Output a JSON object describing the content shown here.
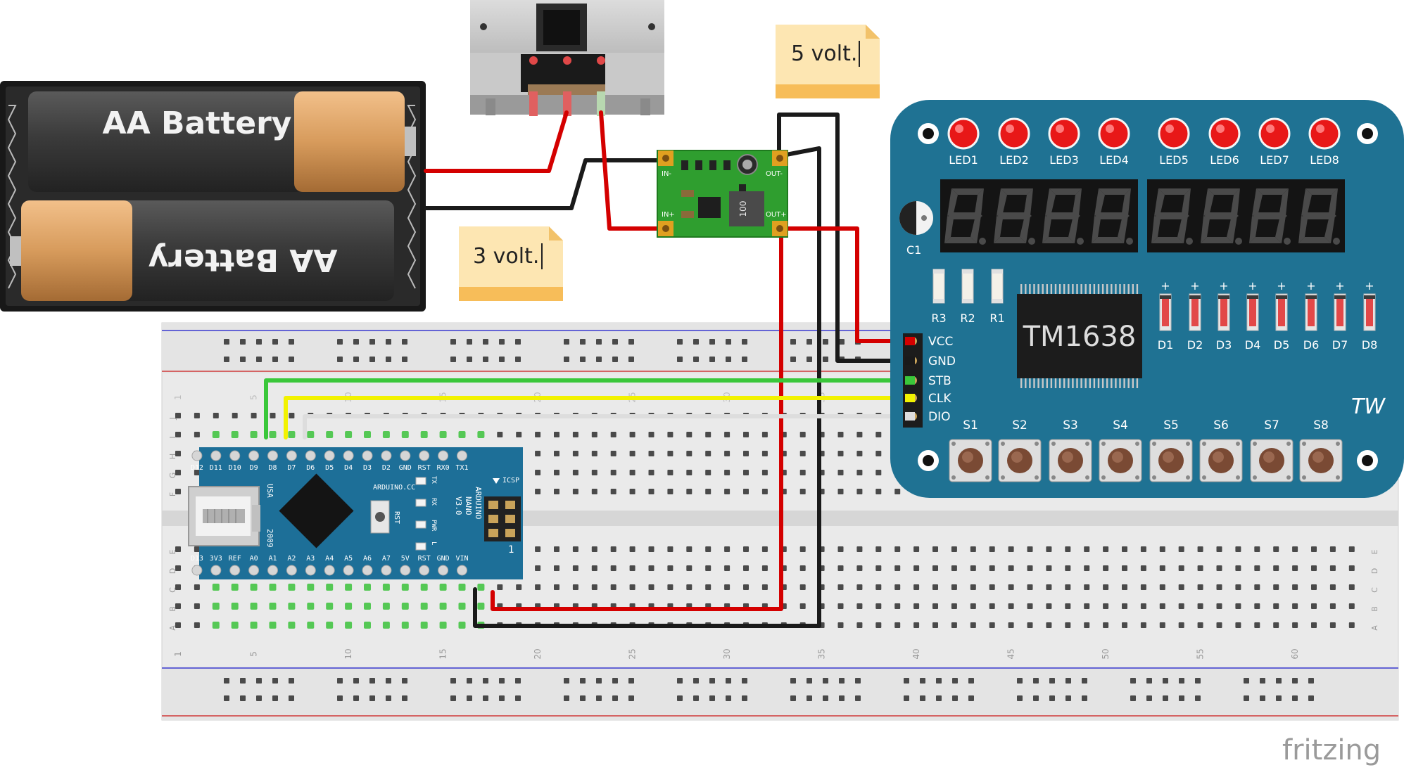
{
  "battery_pack": {
    "top_cell_label": "AA Battery",
    "bottom_cell_label": "AA Battery"
  },
  "notes": {
    "note_3v": "3 volt.",
    "note_5v": "5 volt."
  },
  "boost_converter": {
    "in_minus": "IN-",
    "in_plus": "IN+",
    "out_minus": "OUT-",
    "out_plus": "OUT+",
    "inductor_code": "100"
  },
  "breadboard": {
    "row_letters_top": [
      "J",
      "I",
      "H",
      "G",
      "F"
    ],
    "row_letters_bottom": [
      "E",
      "D",
      "C",
      "B",
      "A"
    ],
    "column_numbers": [
      "1",
      "5",
      "10",
      "15",
      "20",
      "25",
      "30",
      "35",
      "40",
      "45",
      "50",
      "55",
      "60"
    ]
  },
  "arduino_nano": {
    "top_pins": [
      "D12",
      "D11",
      "D10",
      "D9",
      "D8",
      "D7",
      "D6",
      "D5",
      "D4",
      "D3",
      "D2",
      "GND",
      "RST",
      "RX0",
      "TX1"
    ],
    "bottom_pins": [
      "D13",
      "3V3",
      "REF",
      "A0",
      "A1",
      "A2",
      "A3",
      "A4",
      "A5",
      "A6",
      "A7",
      "5V",
      "RST",
      "GND",
      "VIN"
    ],
    "brand_line": "ARDUINO.CC",
    "name_line1": "ARDUINO",
    "name_line2": "NANO",
    "name_line3": "V3.0",
    "icsp": "ICSP",
    "usa": "USA",
    "year": "2009",
    "rst_button": "RST",
    "led_labels": [
      "TX",
      "RX",
      "PWR",
      "L"
    ],
    "icsp_pin1": "1"
  },
  "tm1638": {
    "chip_label": "TM1638",
    "leds": [
      "LED1",
      "LED2",
      "LED3",
      "LED4",
      "LED5",
      "LED6",
      "LED7",
      "LED8"
    ],
    "digits": [
      "8.",
      "8.",
      "8.",
      "8.",
      "8.",
      "8.",
      "8.",
      "8."
    ],
    "capacitor": "C1",
    "resistors": [
      "R3",
      "R2",
      "R1"
    ],
    "diodes": [
      "D1",
      "D2",
      "D3",
      "D4",
      "D5",
      "D6",
      "D7",
      "D8"
    ],
    "diode_plus": "+",
    "pins": [
      "VCC",
      "GND",
      "STB",
      "CLK",
      "DIO"
    ],
    "buttons": [
      "S1",
      "S2",
      "S3",
      "S4",
      "S5",
      "S6",
      "S7",
      "S8"
    ],
    "logo": "TW"
  },
  "watermark": "fritzing",
  "colors": {
    "wire_red": "#d40000",
    "wire_black": "#1a1a1a",
    "wire_green": "#3ac73a",
    "wire_yellow": "#f2f200",
    "wire_white": "#dddddd",
    "nano_blue": "#1d6f98",
    "tm_board": "#1f7293",
    "converter_green": "#2f9e2f",
    "note_yellow": "#fde1a5"
  }
}
